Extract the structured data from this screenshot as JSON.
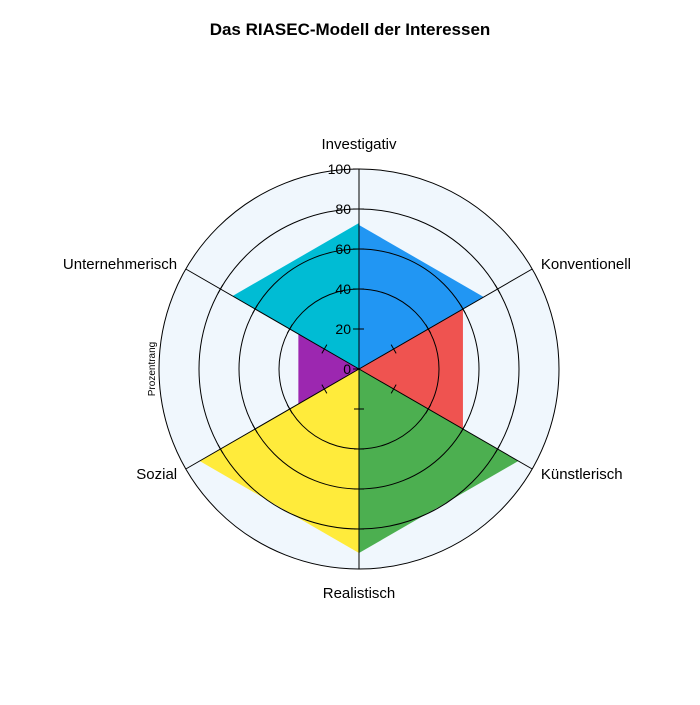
{
  "chart_data": {
    "type": "radar",
    "title": "Das RIASEC-Modell der Interessen",
    "ylabel": "Prozentrang",
    "rlim": [
      0,
      100
    ],
    "ticks": [
      "0",
      "20",
      "40",
      "60",
      "80",
      "100"
    ],
    "grid": true,
    "categories": [
      "Investigativ",
      "Konventionell",
      "Künstlerisch",
      "Realistisch",
      "Sozial",
      "Unternehmerisch"
    ],
    "values": [
      72,
      60,
      92,
      92,
      35,
      73
    ],
    "colors": [
      "#2196f3",
      "#ef5350",
      "#4caf50",
      "#ffeb3b",
      "#9c27b0",
      "#00bcd4"
    ],
    "background_color": "#f0f7fd"
  }
}
